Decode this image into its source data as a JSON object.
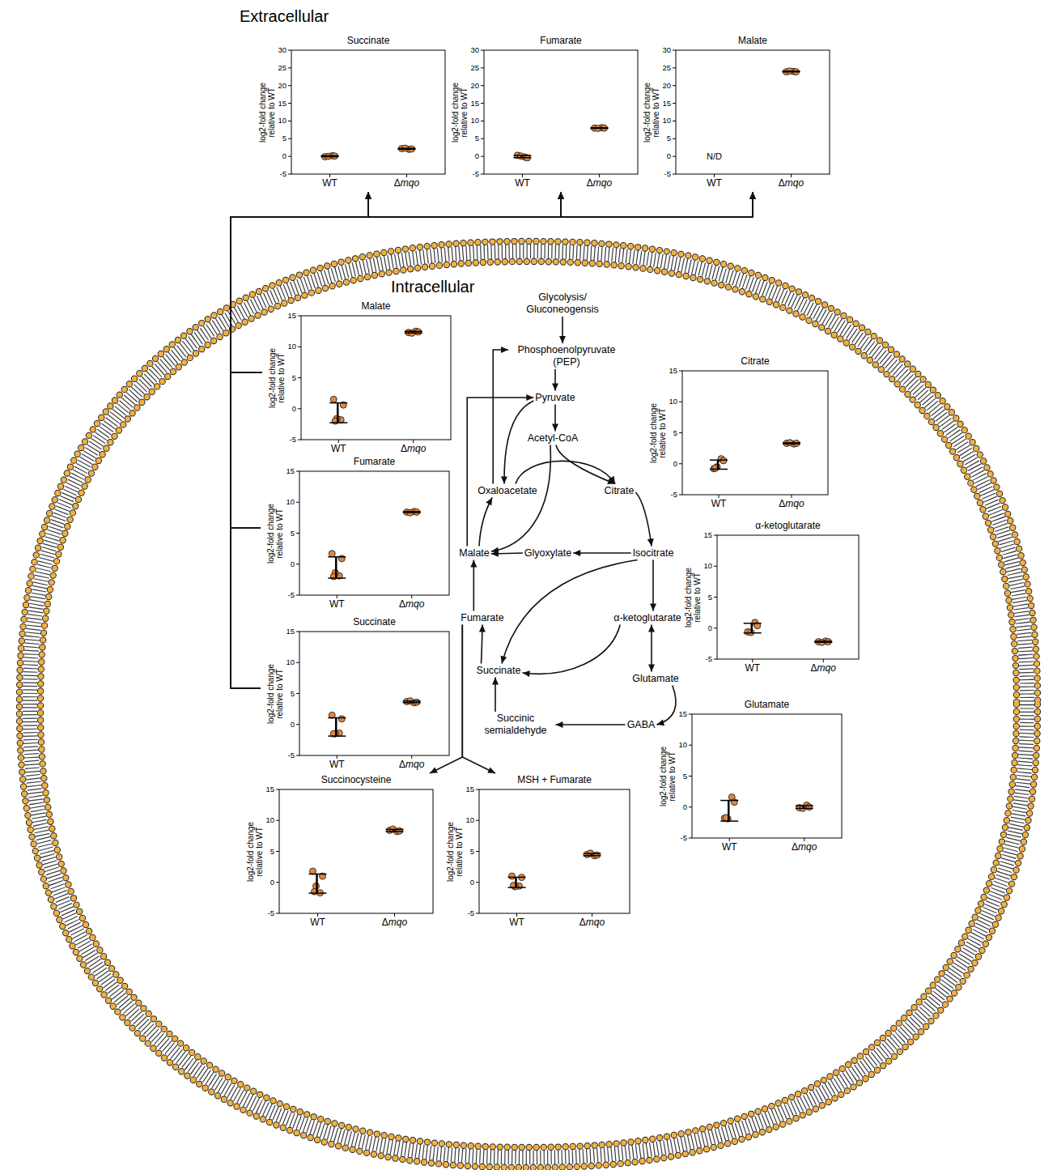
{
  "diagram": {
    "nodes": [
      {
        "text": [
          "Succinate",
          "log2-fold change relative to WT",
          "30",
          "25",
          "20",
          "15",
          "10",
          "5",
          "0",
          "-5",
          "WT",
          "Δmqo"
        ]
      },
      {
        "text": [
          "Fumarate",
          "log2-fold change relative to WT",
          "30",
          "25",
          "20",
          "15",
          "10",
          "5",
          "0",
          "-5",
          "WT",
          "Δmqo"
        ]
      },
      {
        "text": [
          "Malate",
          "log2-fold change relative to WT",
          "30",
          "25",
          "20",
          "15",
          "10",
          "5",
          "0",
          "-5",
          "WT",
          "Δmqo",
          "N/D"
        ]
      },
      {
        "text": [
          "Intracellular"
        ]
      },
      {
        "text": [
          "Glycolysis/ Gluconeogensis"
        ],
        "in": 3
      },
      {
        "text": [
          "Phosphoenolpyruvate (PEP)"
        ],
        "in": 3
      },
      {
        "text": [
          "Pyruvate"
        ],
        "in": 3
      },
      {
        "text": [
          "Acetyl-CoA"
        ],
        "in": 3
      },
      {
        "text": [
          "Oxaloacetate"
        ],
        "in": 3
      },
      {
        "text": [
          "Citrate"
        ],
        "in": 3
      },
      {
        "text": [
          "Malate"
        ],
        "in": 3
      },
      {
        "text": [
          "Glyoxylate"
        ],
        "in": 3
      },
      {
        "text": [
          "Isocitrate"
        ],
        "in": 3
      },
      {
        "text": [
          "Fumarate"
        ],
        "in": 3
      },
      {
        "text": [
          "α-ketoglutarate"
        ],
        "in": 3
      },
      {
        "text": [
          "Succinate"
        ],
        "in": 3
      },
      {
        "text": [
          "Glutamate"
        ],
        "in": 3
      },
      {
        "text": [
          "GABA"
        ],
        "in": 3
      },
      {
        "text": [
          "Succinic semialdehyde"
        ],
        "in": 3
      },
      {
        "text": [
          "Malate",
          "log2-fold change relative to WT",
          "15",
          "10",
          "5",
          "0",
          "-5",
          "WT",
          "Δmqo"
        ],
        "in": 3
      },
      {
        "text": [
          "Citrate",
          "log2-fold change relative to WT",
          "15",
          "10",
          "5",
          "0",
          "-5",
          "WT",
          "Δmqo"
        ],
        "in": 3
      },
      {
        "text": [
          "Fumarate",
          "log2-fold change relative to WT",
          "15",
          "10",
          "5",
          "0",
          "-5",
          "WT",
          "Δmqo"
        ],
        "in": 3
      },
      {
        "text": [
          "α-ketoglutarate",
          "log2-fold change relative to WT",
          "15",
          "10",
          "5",
          "0",
          "-5",
          "WT",
          "Δmqo"
        ],
        "in": 3
      },
      {
        "text": [
          "Succinate",
          "log2-fold change relative to WT",
          "15",
          "10",
          "5",
          "0",
          "-5",
          "WT",
          "Δmqo"
        ],
        "in": 3
      },
      {
        "text": [
          "Glutamate",
          "log2-fold change relative to WT",
          "15",
          "10",
          "5",
          "0",
          "-5",
          "WT",
          "Δmqo"
        ],
        "in": 3
      },
      {
        "text": [
          "Succinocysteine",
          "log2-fold change relative to WT",
          "15",
          "10",
          "5",
          "0",
          "-5",
          "WT",
          "Δmqo"
        ],
        "in": 3
      },
      {
        "text": [
          "MSH + Fumarate",
          "log2-fold change relative to WT",
          "15",
          "10",
          "5",
          "0",
          "-5",
          "WT",
          "Δmqo"
        ],
        "in": 3
      }
    ],
    "edges": [
      {
        "from": 4,
        "to": 5,
        "arrow": "to"
      },
      {
        "from": 5,
        "to": 6,
        "arrow": "to"
      },
      {
        "from": 6,
        "to": 7,
        "arrow": "to"
      },
      {
        "from": 6,
        "to": 8,
        "arrow": "to"
      },
      {
        "from": 8,
        "to": 5,
        "arrow": "to"
      },
      {
        "from": 10,
        "to": 6,
        "arrow": "to"
      },
      {
        "from": 10,
        "to": 8,
        "arrow": "to"
      },
      {
        "from": 8,
        "to": 9,
        "arrow": "to"
      },
      {
        "from": 7,
        "to": 9,
        "arrow": "to"
      },
      {
        "from": 7,
        "to": 10,
        "arrow": "to"
      },
      {
        "from": 11,
        "to": 10,
        "arrow": "to"
      },
      {
        "from": 9,
        "to": 12,
        "arrow": "to"
      },
      {
        "from": 12,
        "to": 11,
        "arrow": "to"
      },
      {
        "from": 12,
        "to": 14,
        "arrow": "to"
      },
      {
        "from": 12,
        "to": 15,
        "arrow": "to"
      },
      {
        "from": 14,
        "to": 16,
        "arrow": "both"
      },
      {
        "from": 14,
        "to": 15,
        "arrow": "to"
      },
      {
        "from": 16,
        "to": 17,
        "arrow": "to"
      },
      {
        "from": 17,
        "to": 18,
        "arrow": "to"
      },
      {
        "from": 18,
        "to": 15,
        "arrow": "to"
      },
      {
        "from": 15,
        "to": 13,
        "arrow": "to"
      },
      {
        "from": 13,
        "to": 10,
        "arrow": "to"
      },
      {
        "from": 13,
        "to": 25,
        "arrow": "to"
      },
      {
        "from": 13,
        "to": 26,
        "arrow": "to"
      },
      {
        "from": 19,
        "to": 0,
        "arrow": "to"
      },
      {
        "from": 19,
        "to": 1,
        "arrow": "to"
      },
      {
        "from": 19,
        "to": 2,
        "arrow": "to"
      },
      {
        "from": 21,
        "to": 0,
        "arrow": "to"
      },
      {
        "from": 21,
        "to": 1,
        "arrow": "to"
      },
      {
        "from": 21,
        "to": 2,
        "arrow": "to"
      },
      {
        "from": 23,
        "to": 0,
        "arrow": "to"
      },
      {
        "from": 23,
        "to": 1,
        "arrow": "to"
      },
      {
        "from": 23,
        "to": 2,
        "arrow": "to"
      }
    ],
    "labels": [
      "Extracellular"
    ]
  }
}
